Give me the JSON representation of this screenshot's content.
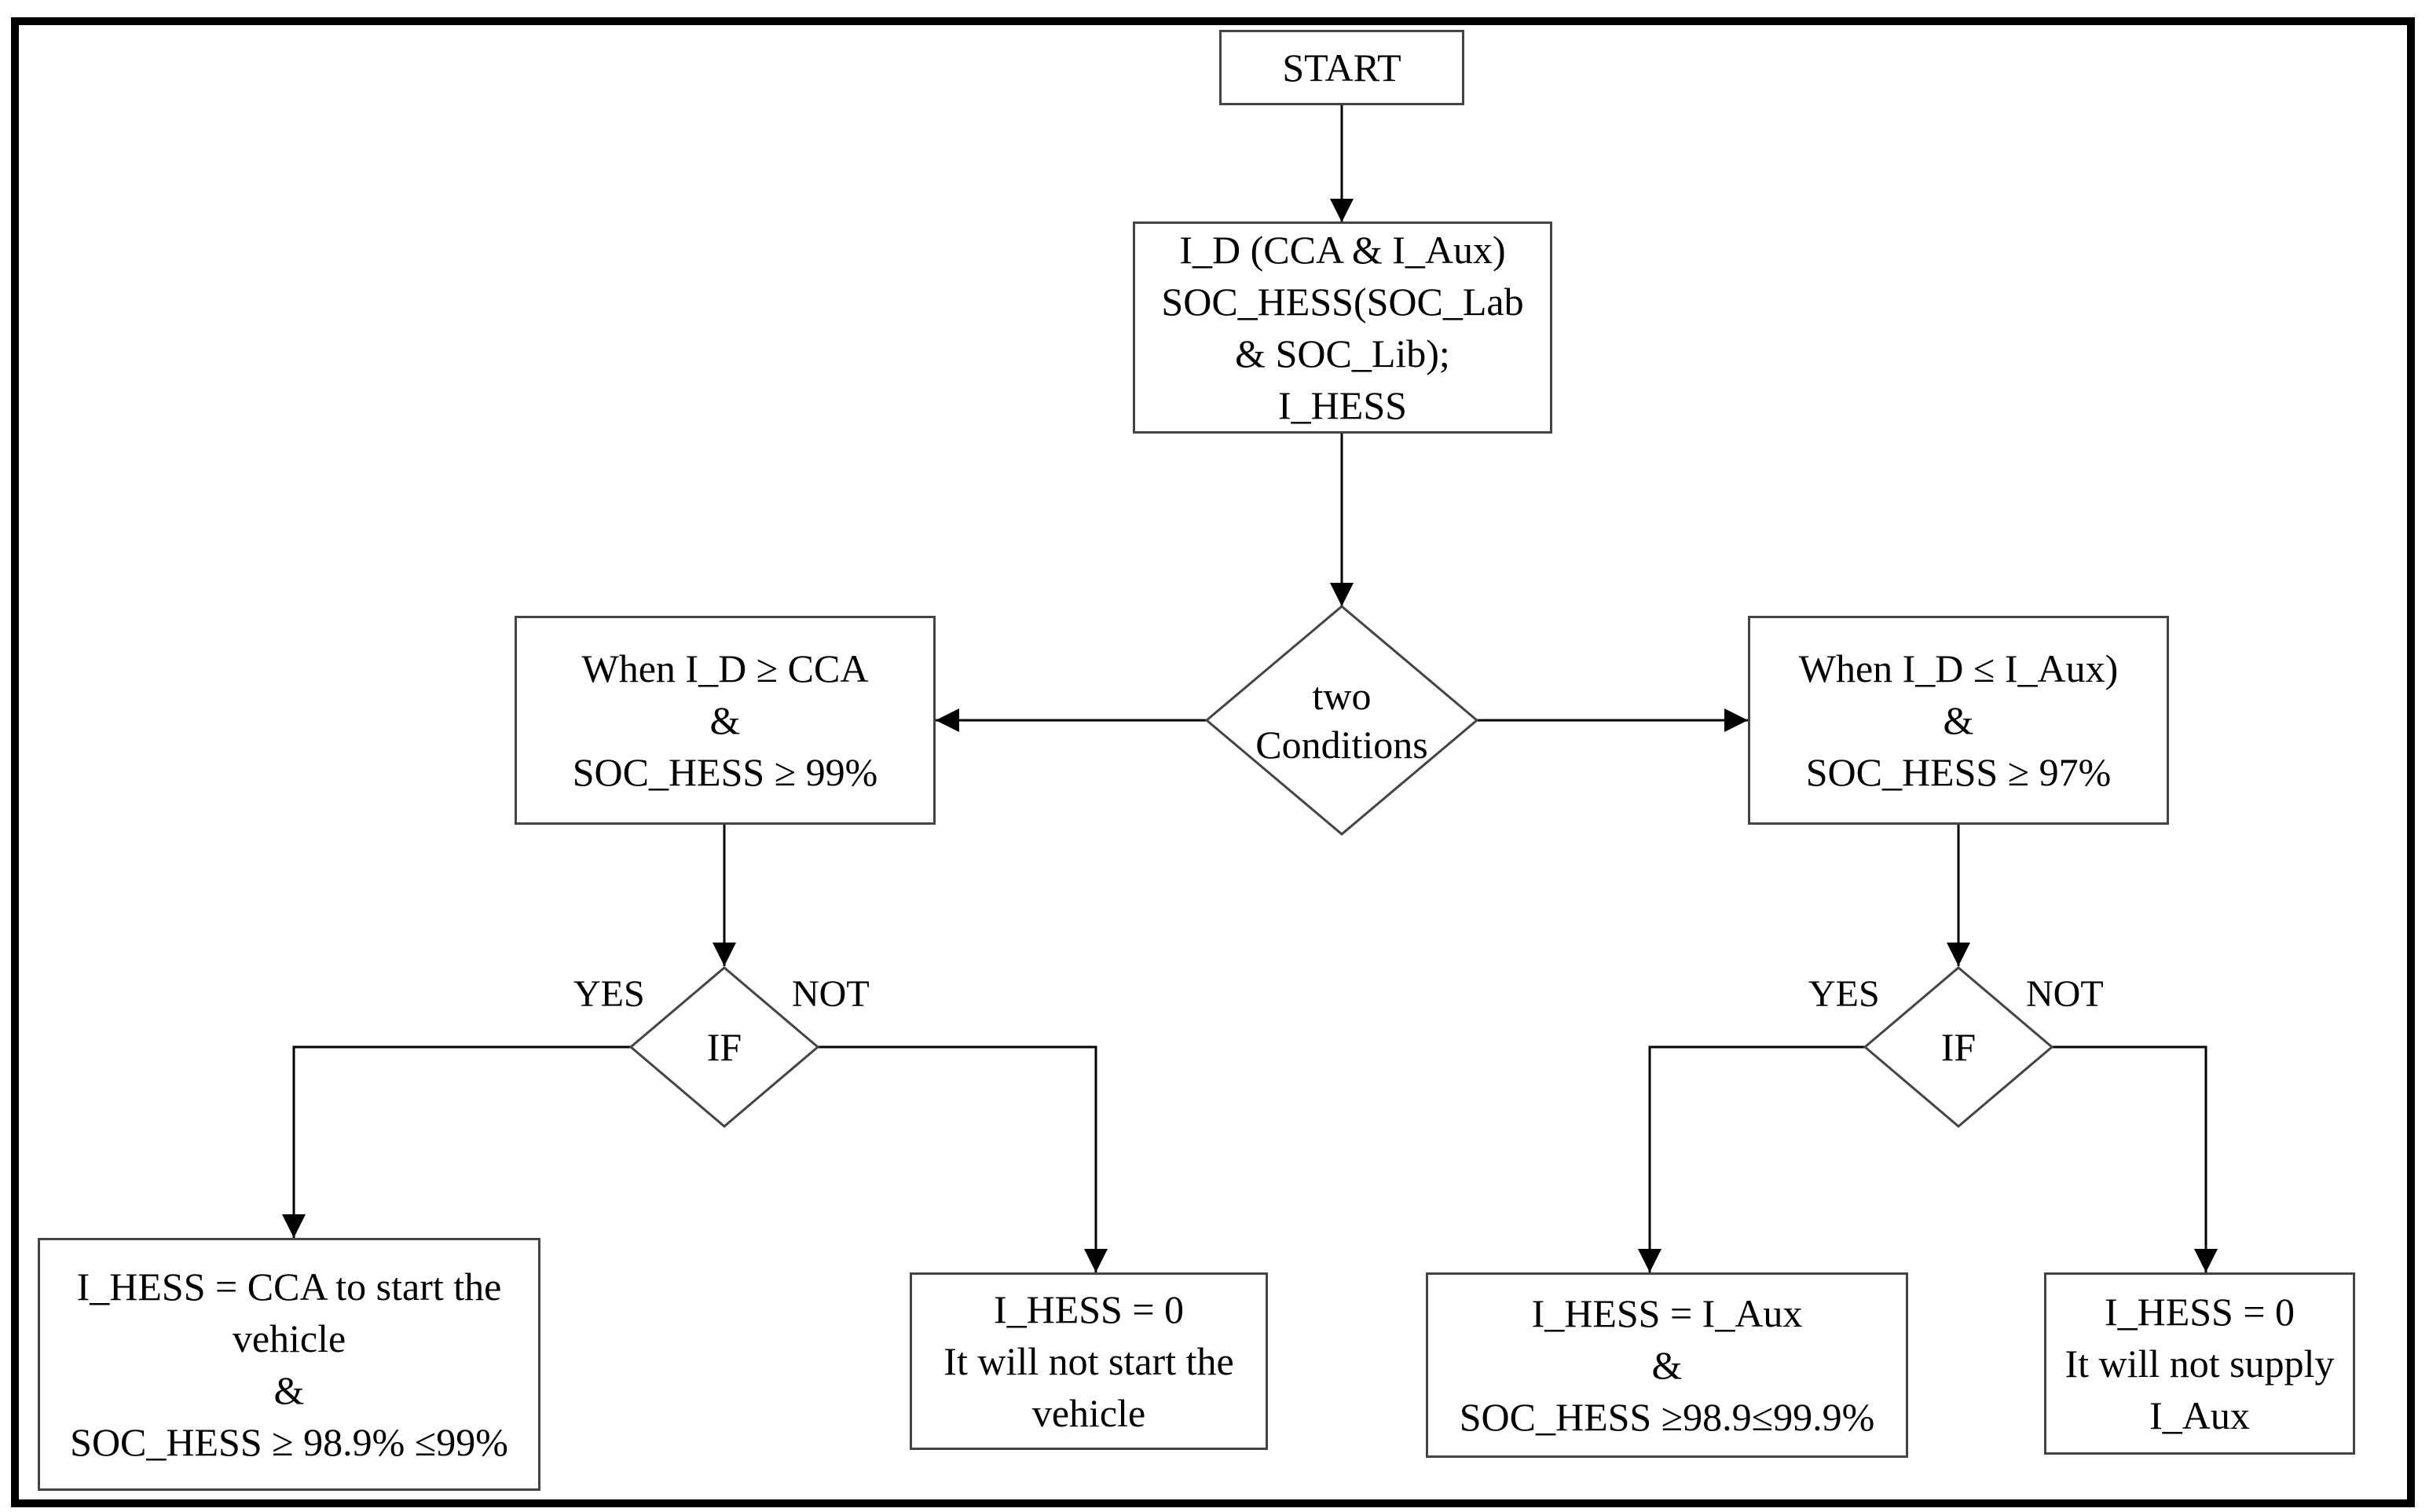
{
  "nodes": {
    "start": {
      "lines": [
        "START"
      ]
    },
    "inputs": {
      "lines": [
        "I_D (CCA & I_Aux)",
        "SOC_HESS(SOC_Lab",
        "& SOC_Lib);",
        "I_HESS"
      ]
    },
    "decision_main": {
      "lines": [
        "two",
        "Conditions"
      ]
    },
    "cond_left": {
      "lines": [
        "When I_D ≥  CCA",
        "&",
        "SOC_HESS ≥ 99%"
      ]
    },
    "cond_right": {
      "lines": [
        "When I_D ≤  I_Aux)",
        "&",
        "SOC_HESS ≥ 97%"
      ]
    },
    "if_left": {
      "lines": [
        "IF"
      ]
    },
    "if_right": {
      "lines": [
        "IF"
      ]
    },
    "out_left_yes": {
      "lines": [
        "I_HESS = CCA to start the",
        "vehicle",
        "&",
        "SOC_HESS ≥ 98.9% ≤99%"
      ]
    },
    "out_left_no": {
      "lines": [
        "I_HESS = 0",
        "It will not start the",
        "vehicle"
      ]
    },
    "out_right_yes": {
      "lines": [
        "I_HESS = I_Aux",
        "&",
        "SOC_HESS ≥98.9≤99.9%"
      ]
    },
    "out_right_no": {
      "lines": [
        "I_HESS = 0",
        "It will not supply",
        "I_Aux"
      ]
    }
  },
  "branch_labels": {
    "left_yes": "YES",
    "left_no": "NOT",
    "right_yes": "YES",
    "right_no": "NOT"
  }
}
